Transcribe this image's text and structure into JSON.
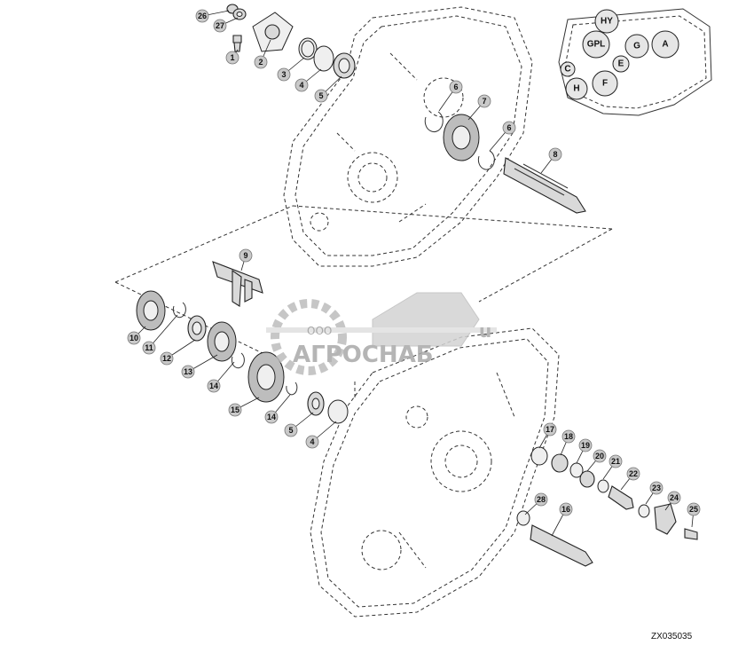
{
  "callouts": [
    "1",
    "2",
    "3",
    "4",
    "5",
    "6",
    "7",
    "6",
    "8",
    "9",
    "10",
    "11",
    "12",
    "13",
    "14",
    "15",
    "14",
    "5",
    "4",
    "17",
    "18",
    "19",
    "20",
    "21",
    "22",
    "23",
    "24",
    "25",
    "16",
    "28",
    "26",
    "27"
  ],
  "inset": {
    "labels": [
      "HY",
      "GPL",
      "G",
      "A",
      "C",
      "E",
      "H",
      "F"
    ]
  },
  "watermark": {
    "prefix": "ООО",
    "name": "АГРОСНАБ",
    "suffix": "u"
  },
  "drawing_code": "ZX035035"
}
